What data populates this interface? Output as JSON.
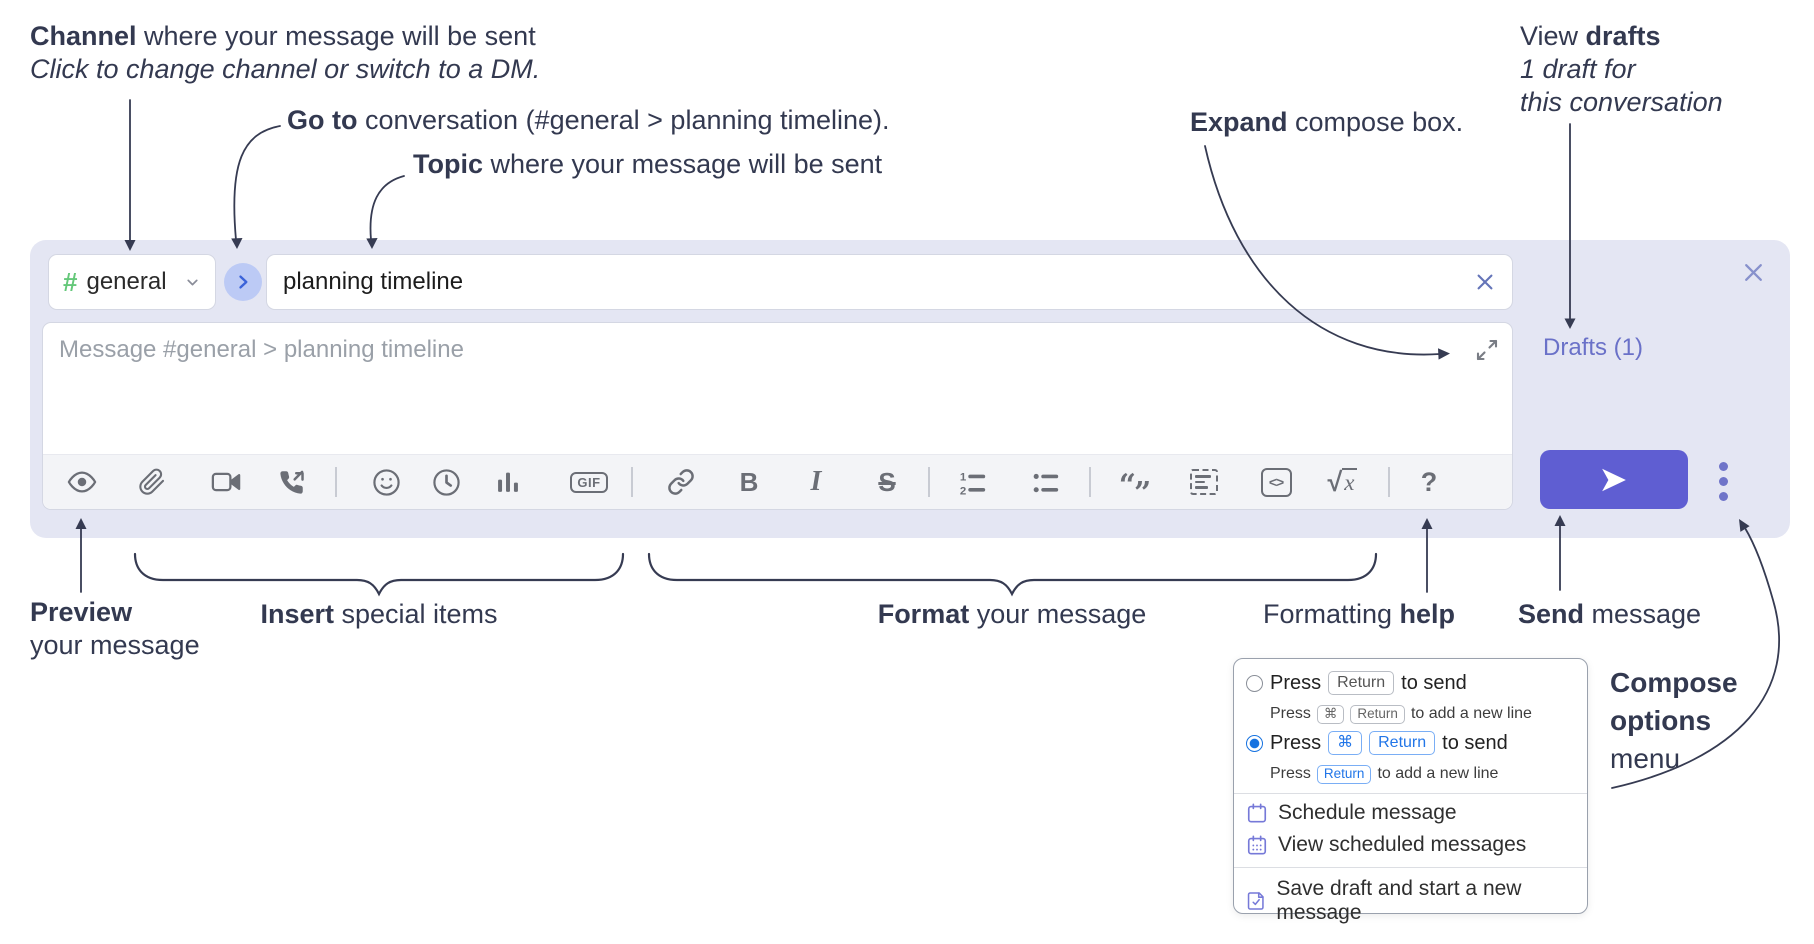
{
  "colors": {
    "accent_indigo": "#5f5ed2",
    "lavender_bg": "#e4e6f3",
    "link_indigo": "#6a71c8",
    "channel_green": "#65c87a",
    "goto_blue": "#3b63d9",
    "kbd_blue": "#2276e8",
    "annotation_ink": "#333950"
  },
  "annotations": {
    "channel": {
      "bold": "Channel",
      "rest": " where your message will be sent",
      "line2": "Click to change channel or switch to a DM."
    },
    "goto": {
      "bold": "Go to",
      "rest": " conversation (#general > planning timeline)."
    },
    "topic": {
      "bold": "Topic",
      "rest": " where your message will be sent"
    },
    "expand": {
      "bold": "Expand",
      "rest": " compose box."
    },
    "drafts": {
      "pre": "View ",
      "bold": "drafts",
      "line2": "1 draft for",
      "line3": "this conversation"
    },
    "preview": {
      "bold": "Preview",
      "line2": "your message"
    },
    "insert": {
      "bold": "Insert",
      "rest": " special items"
    },
    "format": {
      "bold": "Format",
      "rest": " your message"
    },
    "formatting_help": {
      "pre": "Formatting ",
      "bold": "help"
    },
    "send": {
      "bold": "Send",
      "rest": " message"
    },
    "compose_options": {
      "line1": "Compose",
      "line2": "options",
      "line3": "menu"
    }
  },
  "compose": {
    "channel_hash": "#",
    "channel_name": "general",
    "topic_value": "planning timeline",
    "message_placeholder": "Message #general > planning timeline",
    "drafts_label": "Drafts (1)"
  },
  "toolbar": {
    "gif": "GIF",
    "bold": "B",
    "italic": "I",
    "strike": "S",
    "ol1": "1",
    "ol2": "2",
    "quote_open": "“",
    "quote_close": "”",
    "code": "<>",
    "sqrt": "√",
    "math_x": "x",
    "help": "?"
  },
  "popup": {
    "option1": {
      "pre": "Press",
      "key": "Return",
      "post": "to send",
      "sub": {
        "pre": "Press",
        "key1": "⌘",
        "key2": "Return",
        "post": "to add a new line"
      }
    },
    "option2": {
      "pre": "Press",
      "key1": "⌘",
      "key2": "Return",
      "post": "to send",
      "sub": {
        "pre": "Press",
        "key": "Return",
        "post": "to add a new line"
      }
    },
    "items": [
      {
        "label": "Schedule message"
      },
      {
        "label": "View scheduled messages"
      },
      {
        "label": "Save draft and start a new message"
      }
    ]
  }
}
